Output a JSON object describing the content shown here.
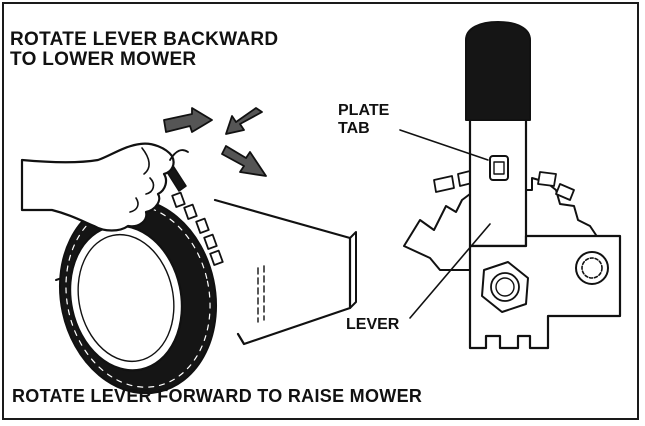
{
  "instructions": {
    "backward_line1": "ROTATE LEVER BACKWARD",
    "backward_line2": "TO LOWER MOWER",
    "forward": "ROTATE LEVER FORWARD TO RAISE MOWER"
  },
  "labels": {
    "plate_line1": "PLATE",
    "plate_line2": "TAB",
    "lever": "LEVER"
  }
}
